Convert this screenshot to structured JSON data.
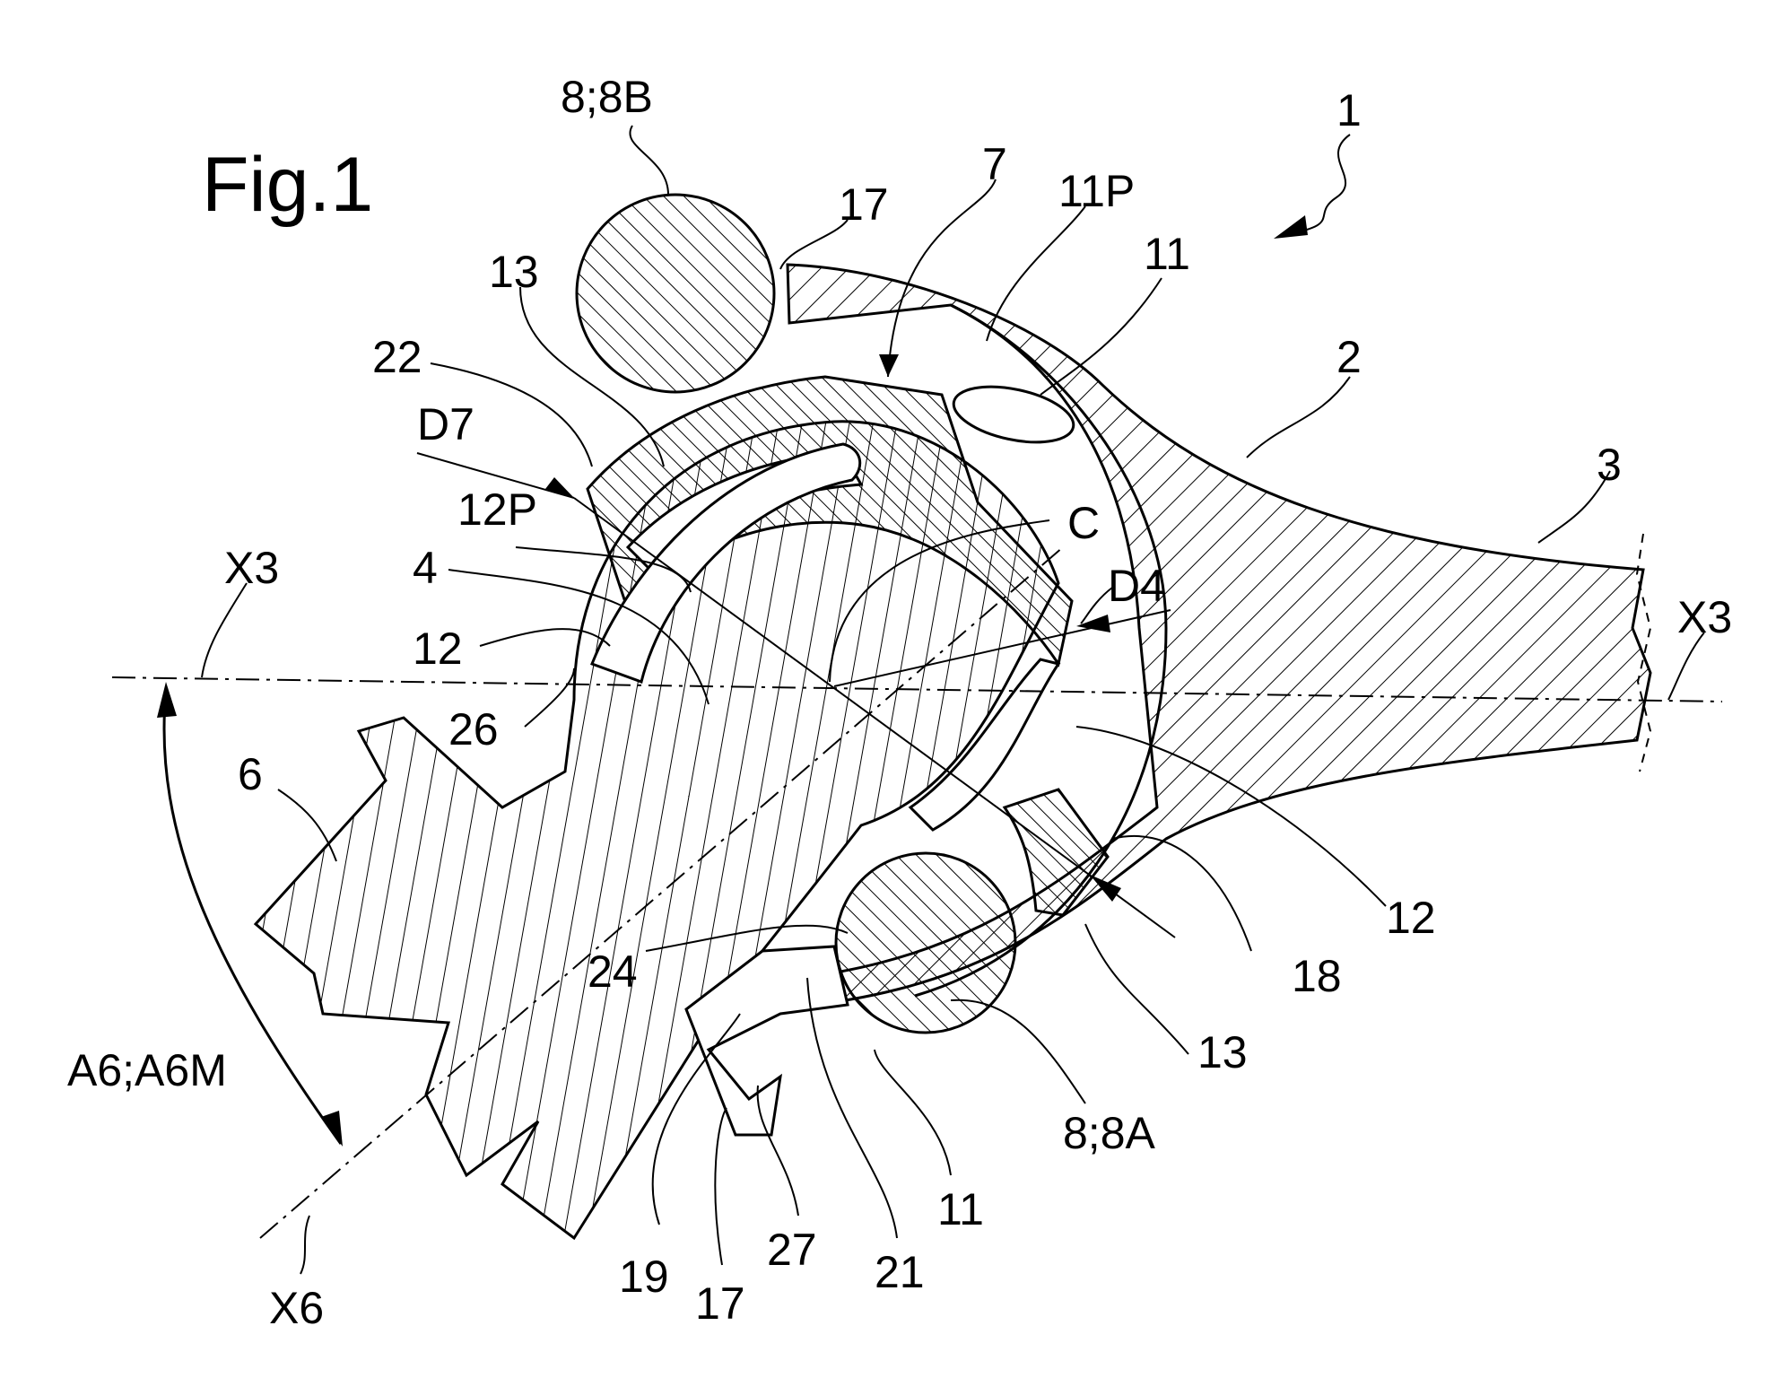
{
  "figure": {
    "title": "Fig.1",
    "colors": {
      "ink": "#000000",
      "paper": "#ffffff"
    },
    "labels": {
      "l_1": "1",
      "l_2": "2",
      "l_3": "3",
      "l_4": "4",
      "l_6": "6",
      "l_7": "7",
      "l_8_8b": "8;8B",
      "l_8_8a": "8;8A",
      "l_11_top": "11",
      "l_11p": "11P",
      "l_11_bottom": "11",
      "l_12_left": "12",
      "l_12_right": "12",
      "l_12p": "12P",
      "l_13_top": "13",
      "l_13_bottom": "13",
      "l_17_top": "17",
      "l_17_bottom": "17",
      "l_18": "18",
      "l_19": "19",
      "l_21": "21",
      "l_22": "22",
      "l_24": "24",
      "l_26": "26",
      "l_27": "27",
      "l_c": "C",
      "l_d4": "D4",
      "l_d7": "D7",
      "l_x3_left": "X3",
      "l_x3_right": "X3",
      "l_x6": "X6",
      "l_a6": "A6;A6M"
    }
  }
}
